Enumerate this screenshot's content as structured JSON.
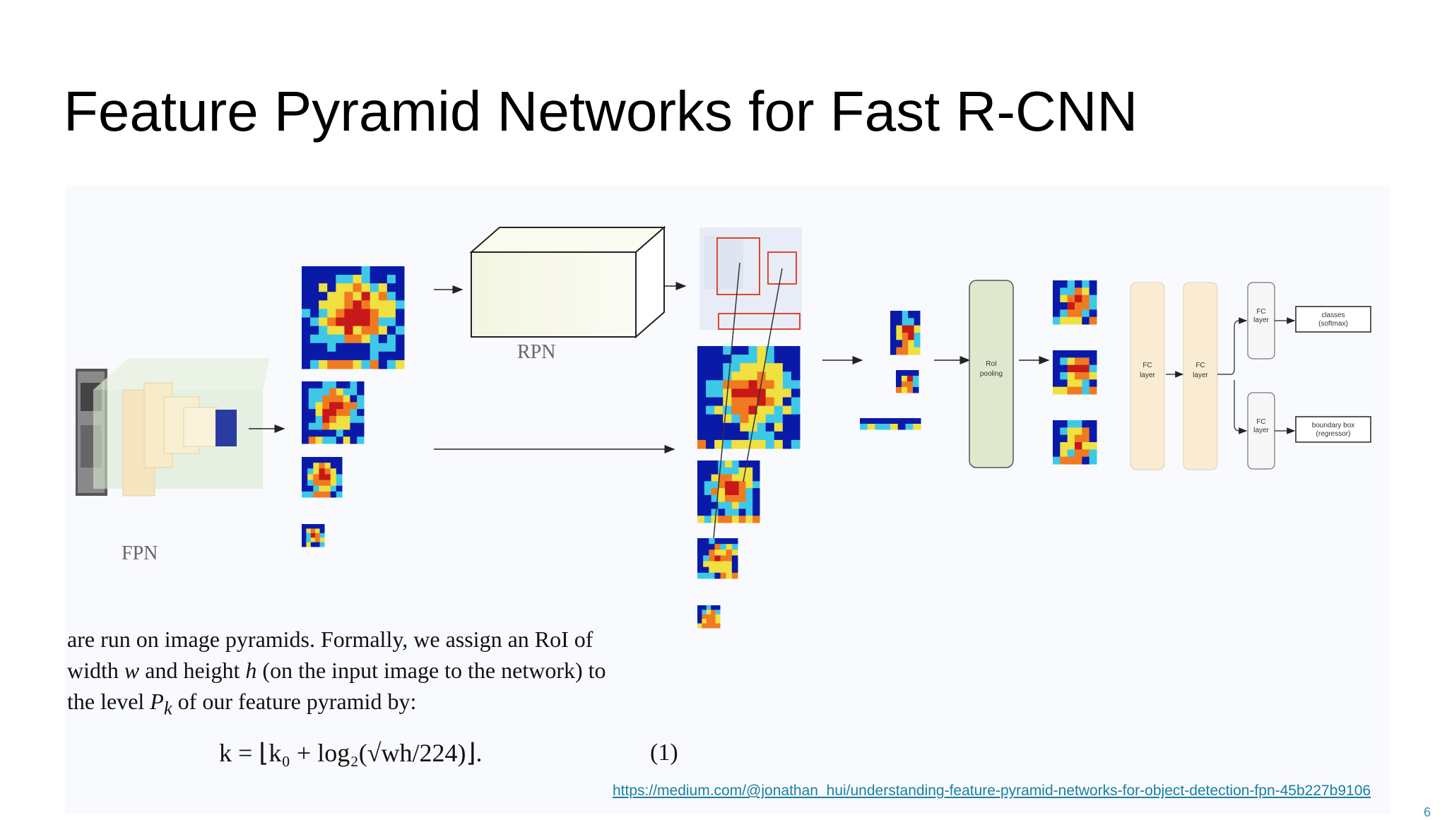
{
  "slide": {
    "title": "Feature Pyramid Networks for Fast R-CNN",
    "source_url": "https://medium.com/@jonathan_hui/understanding-feature-pyramid-networks-for-object-detection-fpn-45b227b9106",
    "source_url_overflow": "6"
  },
  "diagram": {
    "fpn_label": "FPN",
    "rpn_label": "RPN",
    "roi_pooling_label": [
      "RoI",
      "pooling"
    ],
    "fc_layer_label": [
      "FC",
      "layer"
    ],
    "classes_label": [
      "classes",
      "(softmax)"
    ],
    "bbox_label": [
      "boundary box",
      "(regressor)"
    ]
  },
  "paper": {
    "line1": "are run on image pyramids.  Formally, we assign an RoI of",
    "line2_pre": "width ",
    "line2_w": "w",
    "line2_mid": " and height ",
    "line2_h": "h",
    "line2_post": " (on the input image to the network) to",
    "line3_pre": "the level ",
    "line3_p": "P",
    "line3_k": "k",
    "line3_post": " of our feature pyramid by:",
    "equation": "k = ⌊k₀ + log₂(√wh/224)⌋.",
    "equation_number": "(1)"
  },
  "colors": {
    "link": "#1a7fa0",
    "heatmap": [
      "#0a1aa8",
      "#1e6fe0",
      "#3ec8e8",
      "#f0e040",
      "#f07a20",
      "#c81818"
    ]
  }
}
